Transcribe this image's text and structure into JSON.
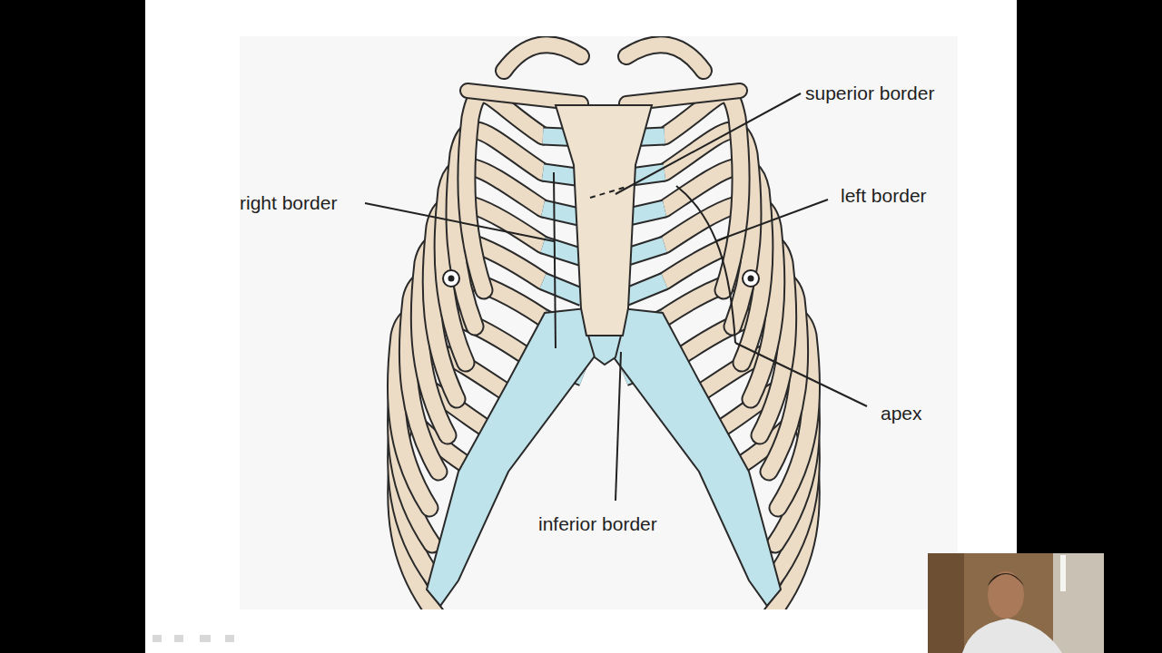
{
  "diagram": {
    "labels": [
      "superior border",
      "right border",
      "left border",
      "apex",
      "inferior border"
    ]
  }
}
